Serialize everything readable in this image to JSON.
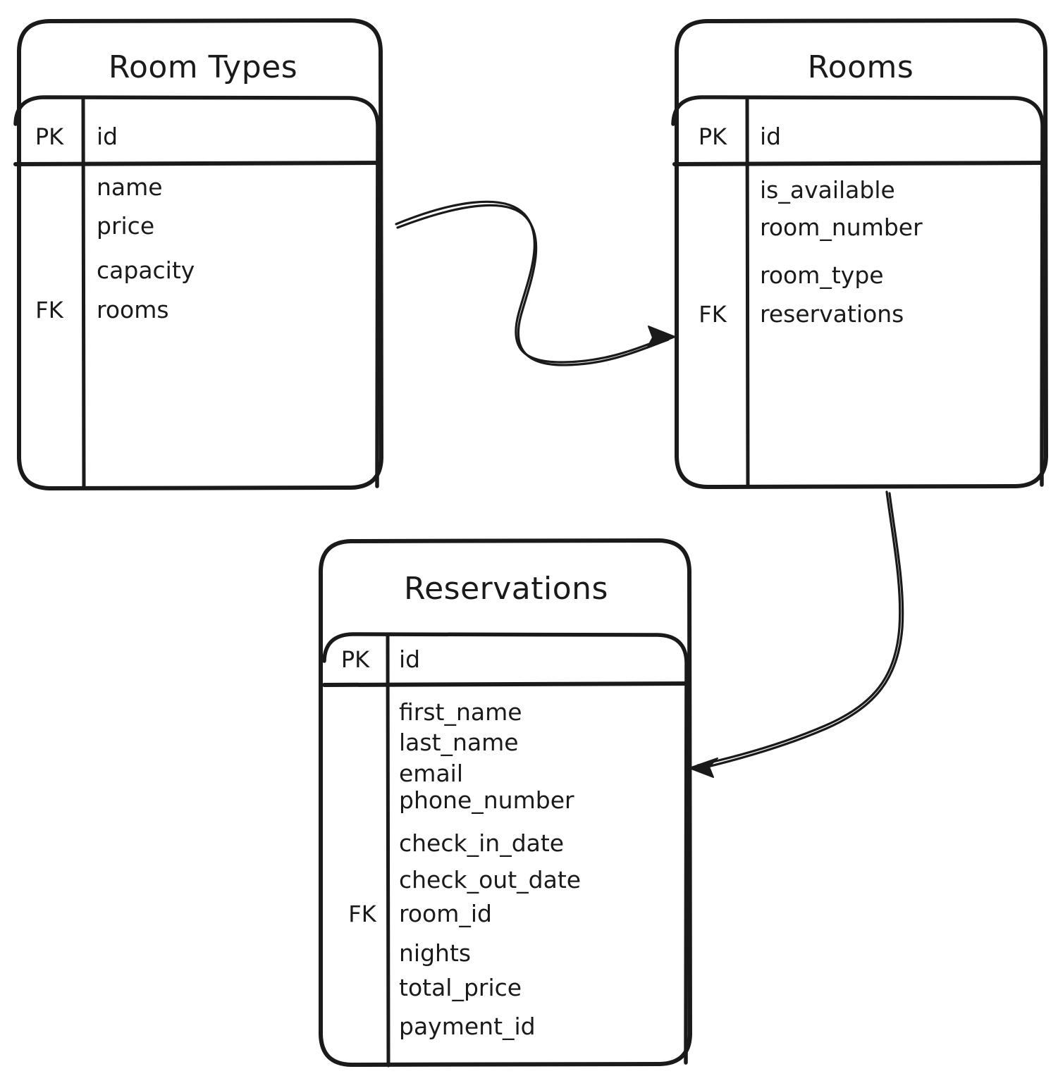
{
  "diagram": {
    "kind": "entity-relationship-diagram",
    "style": "hand-drawn",
    "background_color": "#ffffff",
    "ink_color": "#1a1a1a",
    "entities": [
      {
        "id": "room_types",
        "title": "Room Types",
        "primary_key": {
          "key_label": "PK",
          "field": "id"
        },
        "foreign_key_label": "FK",
        "fields": [
          "name",
          "price",
          "capacity",
          "rooms"
        ],
        "foreign_key_field": "rooms"
      },
      {
        "id": "rooms",
        "title": "Rooms",
        "primary_key": {
          "key_label": "PK",
          "field": "id"
        },
        "foreign_key_label": "FK",
        "fields": [
          "is_available",
          "room_number",
          "room_type",
          "reservations"
        ],
        "foreign_key_field": "reservations"
      },
      {
        "id": "reservations",
        "title": "Reservations",
        "primary_key": {
          "key_label": "PK",
          "field": "id"
        },
        "foreign_key_label": "FK",
        "fields": [
          "first_name",
          "last_name",
          "email",
          "phone_number",
          "check_in_date",
          "check_out_date",
          "room_id",
          "nights",
          "total_price",
          "payment_id"
        ],
        "foreign_key_field": "room_id"
      }
    ],
    "relationships": [
      {
        "id": "rel-room-types-to-rooms",
        "from": "room_types",
        "to": "rooms",
        "direction": "to"
      },
      {
        "id": "rel-rooms-to-reservations",
        "from": "rooms",
        "to": "reservations",
        "direction": "to"
      }
    ]
  }
}
